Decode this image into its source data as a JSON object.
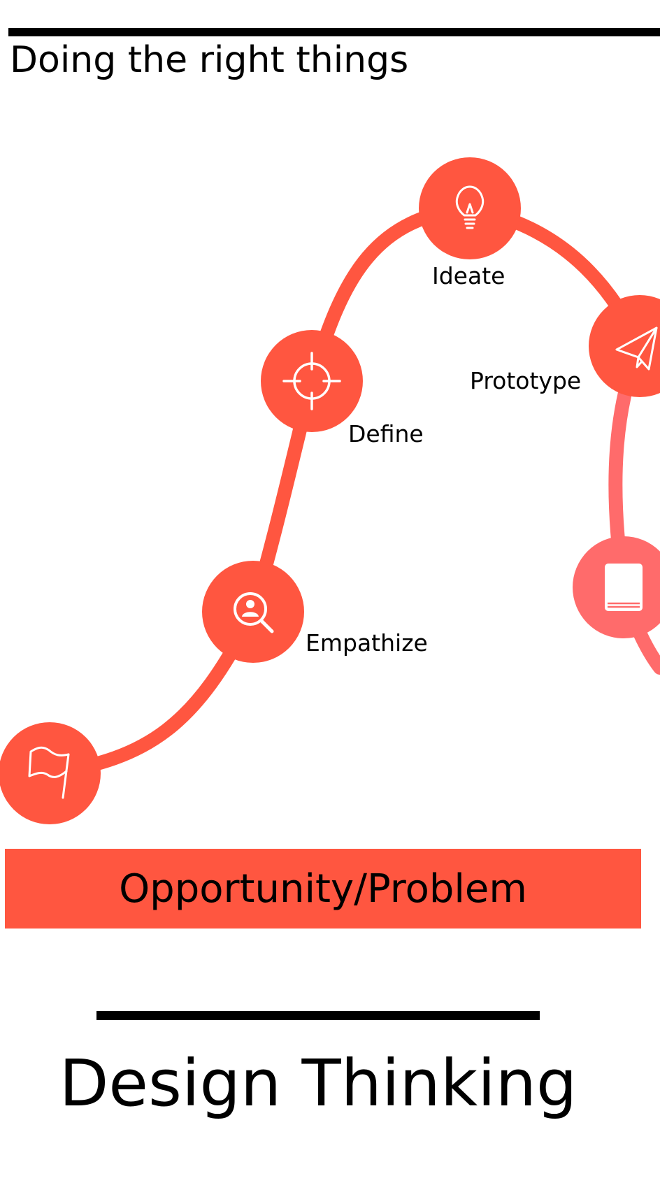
{
  "header": {
    "title": "Doing the right things"
  },
  "stages": [
    {
      "label": "Empathize",
      "icon": "user-search-icon"
    },
    {
      "label": "Define",
      "icon": "crosshair-icon"
    },
    {
      "label": "Ideate",
      "icon": "lightbulb-icon"
    },
    {
      "label": "Prototype",
      "icon": "paper-plane-icon"
    }
  ],
  "start": {
    "icon": "flag-icon"
  },
  "next": {
    "icon": "book-icon"
  },
  "problem": {
    "label": "Opportunity/Problem"
  },
  "footer": {
    "title": "Design Thinking"
  },
  "colors": {
    "primary": "#FF5640",
    "secondary": "#FF6B6B",
    "text": "#000000",
    "background": "#FFFFFF"
  }
}
